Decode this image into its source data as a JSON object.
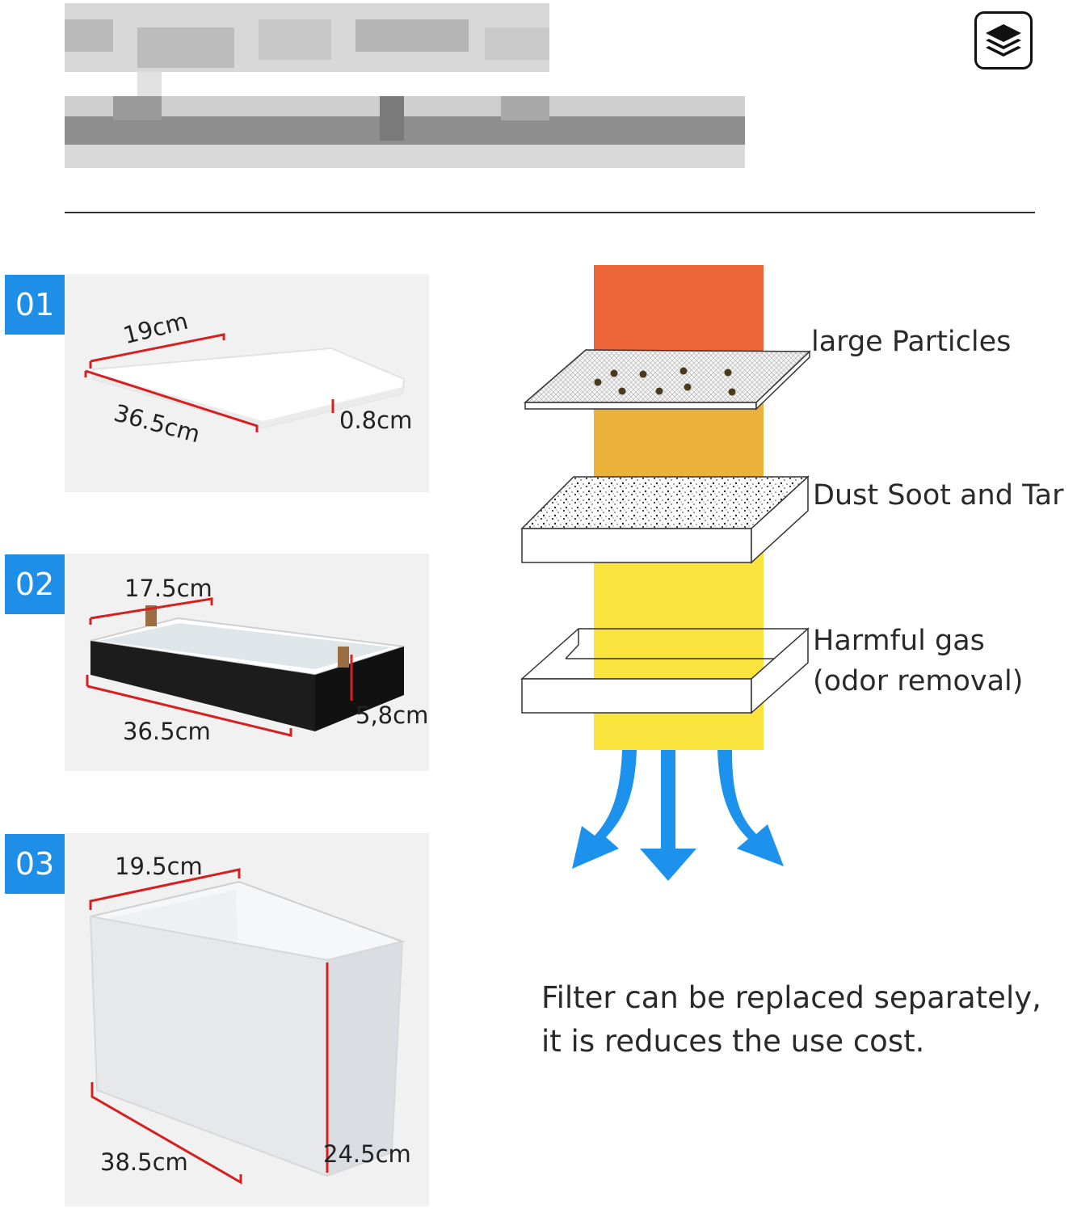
{
  "header": {
    "title_blurred": "",
    "menu_icon": "layers-icon"
  },
  "products": [
    {
      "number": "01",
      "width": "19cm",
      "length": "36.5cm",
      "height": "0.8cm"
    },
    {
      "number": "02",
      "width": "17.5cm",
      "length": "36.5cm",
      "height": "5,8cm"
    },
    {
      "number": "03",
      "width": "19.5cm",
      "length": "38.5cm",
      "height": "24.5cm"
    }
  ],
  "diagram": {
    "layers": [
      {
        "label": "large Particles"
      },
      {
        "label": "Dust Soot and Tar"
      },
      {
        "label_line1": "Harmful gas",
        "label_line2": "(odor removal)"
      }
    ],
    "colors": {
      "top": "#ec6437",
      "middle": "#ebb13b",
      "bottom": "#fbe33e",
      "arrows": "#1d92ec"
    }
  },
  "note": {
    "line1": "Filter can be replaced separately,",
    "line2": "it is reduces the  use cost."
  }
}
